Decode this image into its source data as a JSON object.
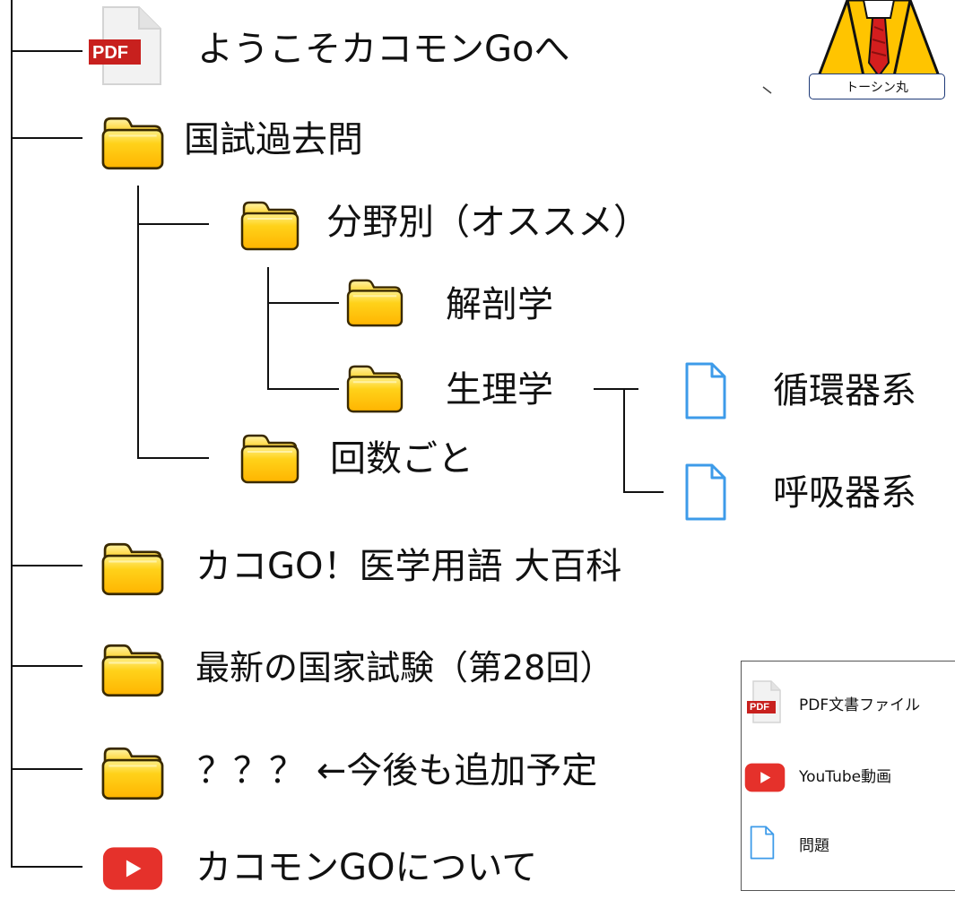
{
  "tree": {
    "welcome_pdf": {
      "label": "ようこそカコモンGoへ",
      "badge": "PDF"
    },
    "past_exams": {
      "label": "国試過去問"
    },
    "by_field": {
      "label": "分野別（オススメ）"
    },
    "anatomy": {
      "label": "解剖学"
    },
    "physiology": {
      "label": "生理学"
    },
    "circulatory": {
      "label": "循環器系"
    },
    "respiratory": {
      "label": "呼吸器系"
    },
    "by_session": {
      "label": "回数ごと"
    },
    "medical_terms": {
      "label": "カコGO！医学用語 大百科"
    },
    "latest_exam": {
      "label": "最新の国家試験（第28回）"
    },
    "future": {
      "label": "？？？ ←今後も追加予定"
    },
    "about_video": {
      "label": "カコモンGOについて"
    }
  },
  "mascot": {
    "name": "トーシン丸"
  },
  "legend": {
    "pdf": {
      "label": "PDF文書ファイル",
      "badge": "PDF"
    },
    "youtube": {
      "label": "YouTube動画"
    },
    "question": {
      "label": "問題"
    }
  },
  "icons": {
    "folder": "folder-icon",
    "pdf": "pdf-file-icon",
    "document": "document-icon",
    "youtube": "youtube-icon"
  },
  "colors": {
    "folder_fill": "#ffc400",
    "folder_light": "#fff08a",
    "folder_outline": "#3a2a00",
    "youtube_red": "#e5312b",
    "pdf_red": "#c8201e",
    "doc_blue": "#3d9be9",
    "mascot_tag_border": "#1e3a78"
  }
}
